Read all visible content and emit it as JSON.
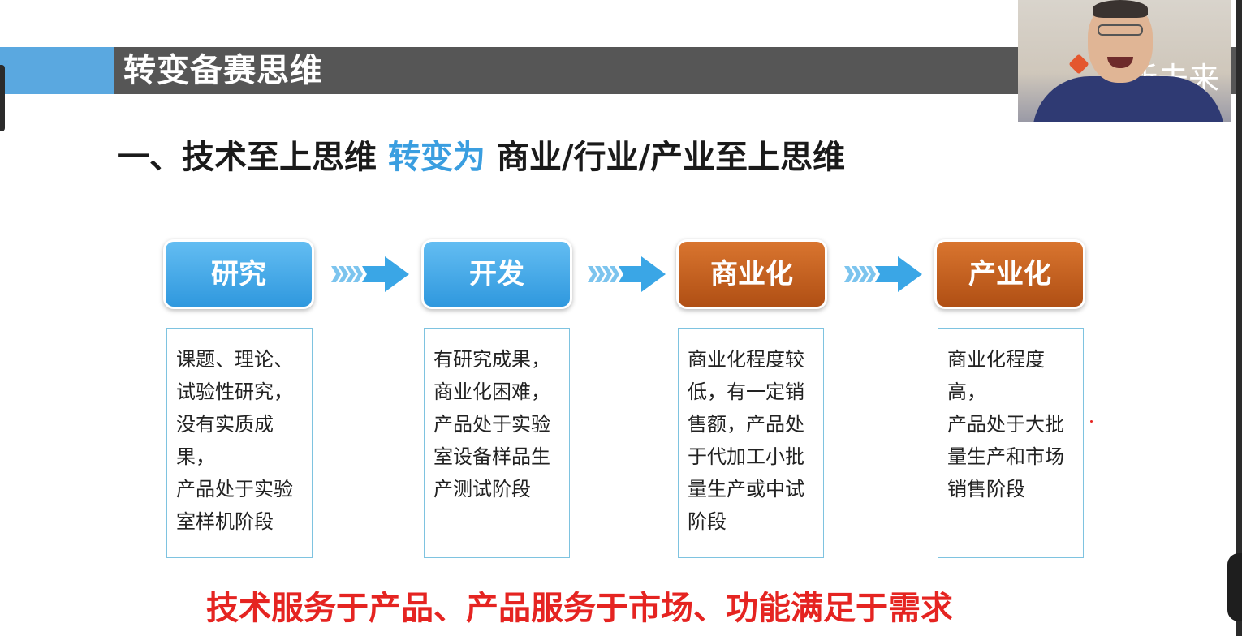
{
  "slide": {
    "title": "转变备赛思维",
    "heading_prefix": "一、技术至上思维",
    "heading_highlight": "转变为",
    "heading_suffix": "商业/行业/产业至上思维",
    "stages": [
      {
        "label": "研究",
        "color": "#2f98de",
        "desc": [
          "课题、理论、",
          "试验性研究，",
          "没有实质成果，",
          "产品处于实验",
          "室样机阶段"
        ]
      },
      {
        "label": "开发",
        "color": "#2f98de",
        "desc": [
          "有研究成果，",
          "商业化困难，",
          "产品处于实验",
          "室设备样品生",
          "产测试阶段"
        ]
      },
      {
        "label": "商业化",
        "color": "#b04f14",
        "desc": [
          "商业化程度较",
          "低，有一定销",
          "售额，产品处",
          "于代加工小批",
          "量生产或中试",
          "阶段"
        ]
      },
      {
        "label": "产业化",
        "color": "#b04f14",
        "desc": [
          "商业化程度高，",
          "产品处于大批",
          "量生产和市场",
          "销售阶段"
        ]
      }
    ],
    "slogan": "技术服务于产品、产品服务于市场、功能满足于需求",
    "accent_color": "#3a9ee0",
    "slogan_color": "#e52421"
  },
  "webcam": {
    "brand_text": "新未来"
  }
}
